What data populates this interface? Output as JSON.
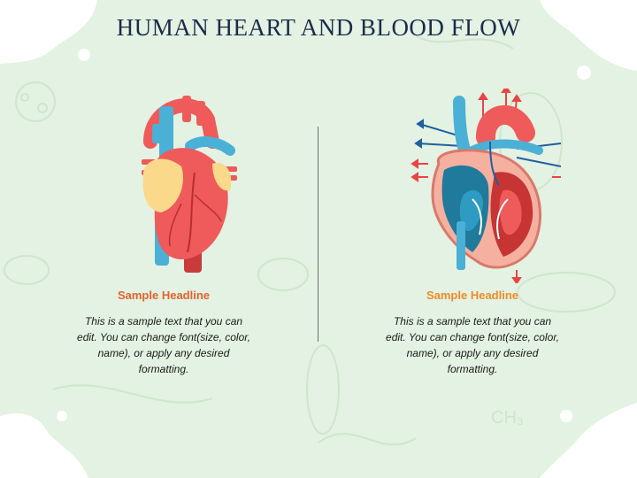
{
  "slide": {
    "title": "HUMAN HEART AND BLOOD FLOW"
  },
  "left_panel": {
    "headline": "Sample Headline",
    "text": "This is a sample text that you can edit. You can change font(size, color, name), or apply any desired formatting.",
    "illustration_icon": "anatomical-heart-exterior-icon"
  },
  "right_panel": {
    "headline": "Sample Headline",
    "text": "This is a sample text that you can edit. You can change font(size, color, name), or apply any desired formatting.",
    "illustration_icon": "heart-cross-section-blood-flow-icon"
  },
  "colors": {
    "background": "#e3f2e2",
    "title": "#1c2b4a",
    "headline_left": "#e8612c",
    "headline_right": "#f28a26",
    "artery_red": "#ef5a5a",
    "vein_blue": "#4bb0d6",
    "fat_yellow": "#fbd98a",
    "deep_blue": "#1f7a9c"
  }
}
